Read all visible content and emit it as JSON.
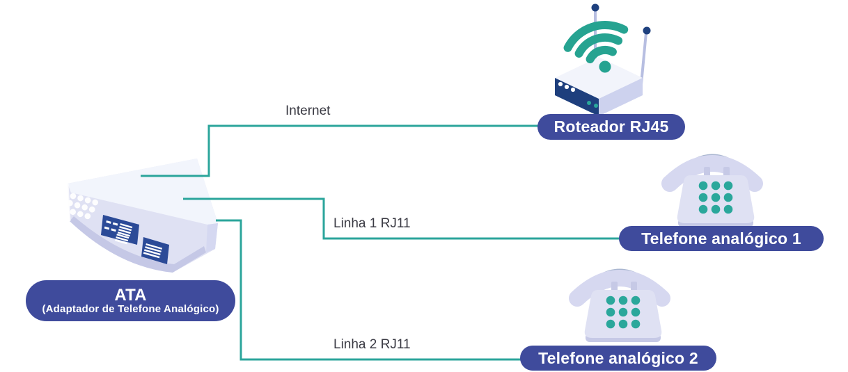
{
  "ata": {
    "title": "ATA",
    "subtitle": "(Adaptador de Telefone Analógico)"
  },
  "router": {
    "label": "Roteador RJ45"
  },
  "phones": {
    "phone1_label": "Telefone analógico 1",
    "phone2_label": "Telefone analógico 2"
  },
  "connections": {
    "internet_label": "Internet",
    "line1_label": "Linha 1 RJ11",
    "line2_label": "Linha 2 RJ11"
  },
  "colors": {
    "wire_teal": "#2ba59b",
    "pill_blue": "#3f4b9c",
    "device_navy": "#1e3f7d",
    "lavender_light": "#dfe1f3",
    "lavender_mid": "#c6c9e6",
    "keypad_teal": "#2aa79b",
    "wifi_teal": "#26a391",
    "label_text_dark": "#3a3a43"
  }
}
